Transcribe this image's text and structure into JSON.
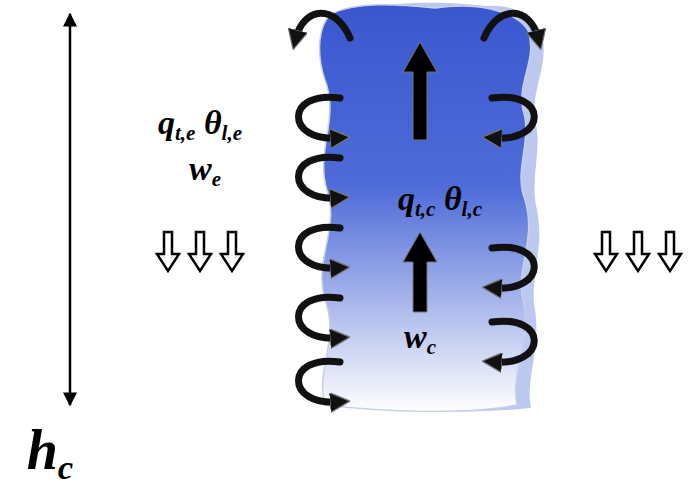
{
  "diagram": {
    "nodes": [
      {
        "text": [
          "qt,c θl,c",
          "wc"
        ]
      }
    ],
    "labels": [
      "qt,e θl,e",
      "we",
      "hc"
    ]
  }
}
